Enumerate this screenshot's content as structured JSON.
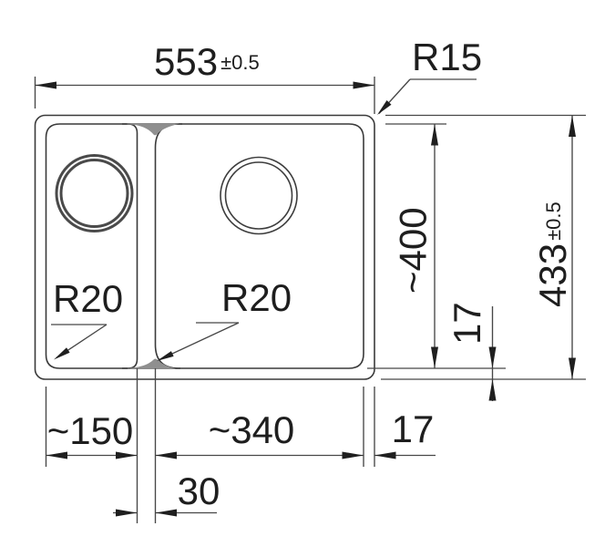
{
  "drawing": {
    "kind": "sink-dimension-drawing",
    "background": "#ffffff",
    "line_color": "#3a3a3a",
    "shade_color": "#8f8f8f",
    "labels": {
      "overall_width": {
        "value": "553",
        "tolerance": "±0.5"
      },
      "overall_depth": {
        "value": "433",
        "tolerance": "±0.5"
      },
      "outer_corner_radius": "R15",
      "left_bowl_corner_radius": "R20",
      "right_bowl_corner_radius": "R20",
      "inner_depth": "~400",
      "rim_bottom": "17",
      "rim_right": "17",
      "left_bowl_width": "~150",
      "right_bowl_width": "~340",
      "divider_width": "30"
    }
  }
}
